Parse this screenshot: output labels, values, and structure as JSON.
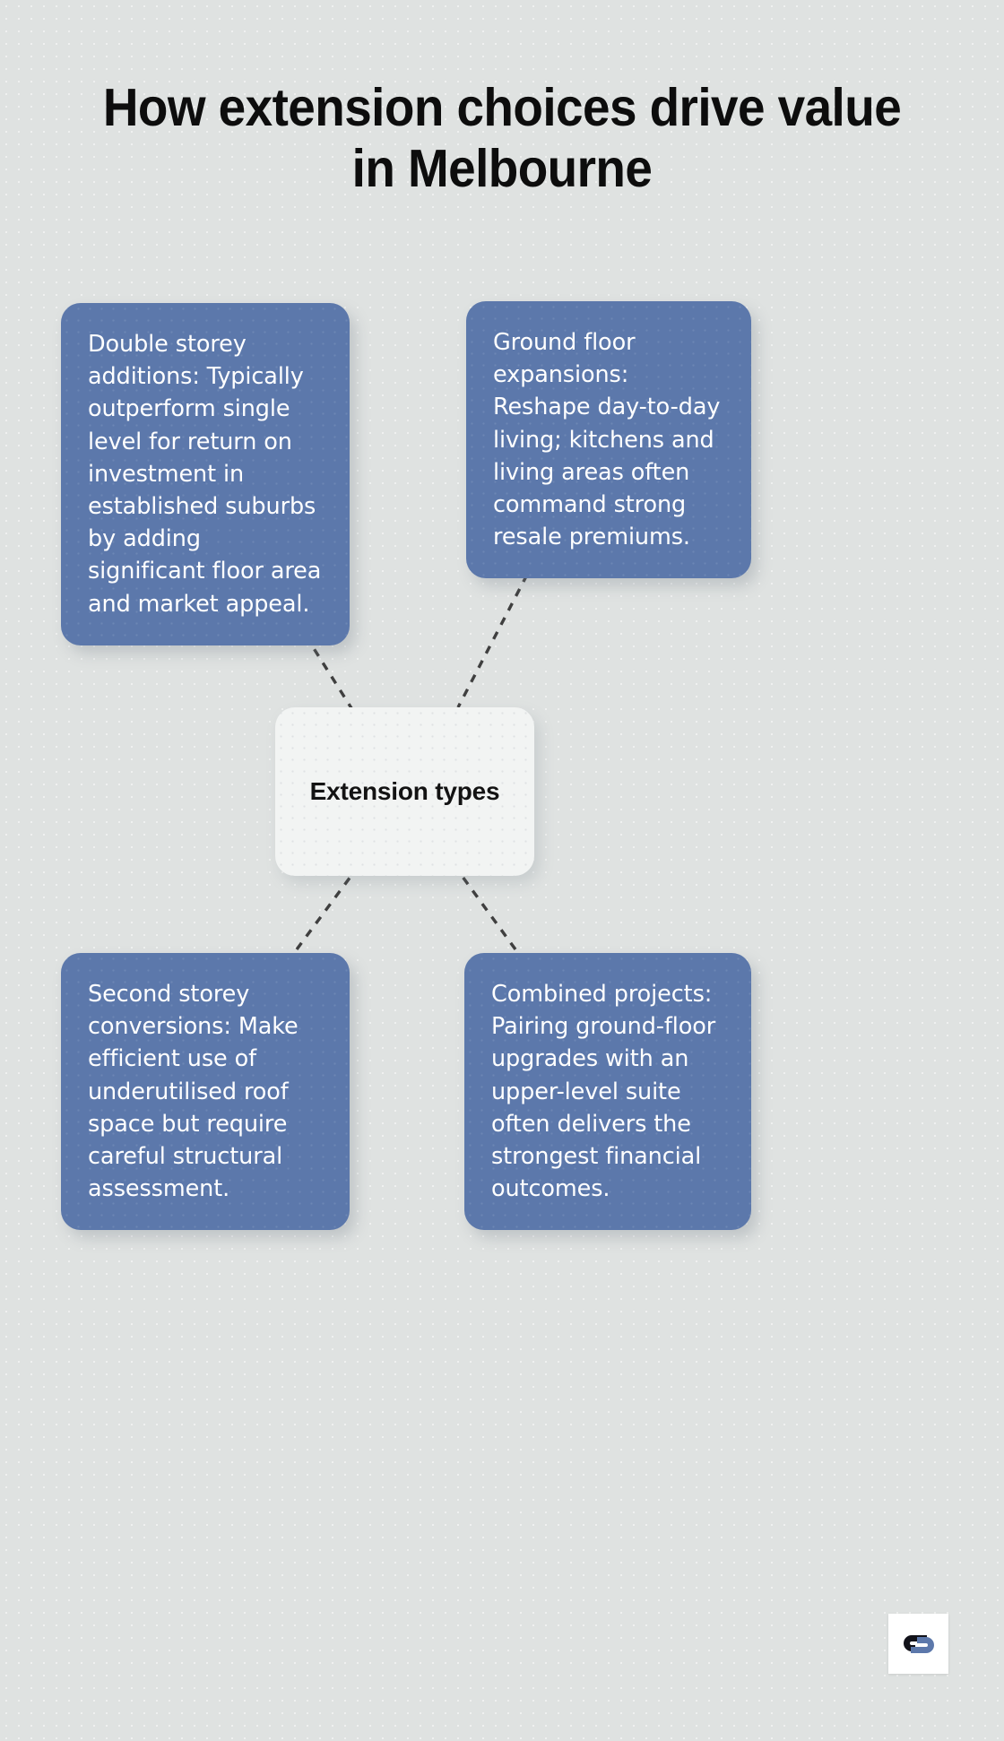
{
  "page": {
    "background_color": "#dfe2e1",
    "card_color": "#5c78ab",
    "center_color": "#f2f4f3",
    "text_color": "#ffffff",
    "connector_color": "#3f3f3f"
  },
  "title": {
    "text": "How extension choices drive value in Melbourne"
  },
  "center": {
    "label": "Extension types"
  },
  "cards": [
    {
      "id": "top-left",
      "text": "Double storey additions: Typically outperform single level for return on investment in established suburbs by adding significant floor area and market appeal."
    },
    {
      "id": "top-right",
      "text": "Ground floor expansions: Reshape day-to-day living; kitchens and living areas often command strong resale premiums."
    },
    {
      "id": "bottom-left",
      "text": "Second storey conversions: Make efficient use of underutilised roof space but require careful structural assessment."
    },
    {
      "id": "bottom-right",
      "text": "Combined projects: Pairing ground-floor upgrades with an upper-level suite often delivers the strongest financial outcomes."
    }
  ],
  "logo": {
    "name": "brand-logo",
    "dark_color": "#12121a",
    "accent_color": "#5c78ab"
  }
}
